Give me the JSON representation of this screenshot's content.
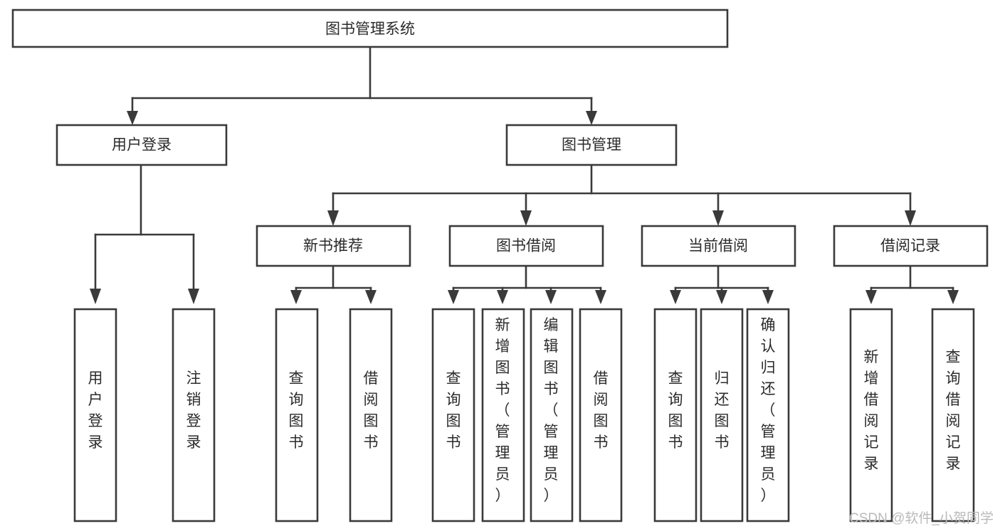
{
  "diagram": {
    "type": "hierarchy-tree",
    "title": "图书管理系统",
    "root": {
      "id": "root",
      "label": "图书管理系统",
      "orientation": "horizontal"
    },
    "level2": [
      {
        "id": "user-login",
        "label": "用户登录",
        "orientation": "horizontal"
      },
      {
        "id": "book-management",
        "label": "图书管理",
        "orientation": "horizontal"
      }
    ],
    "level3": [
      {
        "id": "new-book-recommend",
        "label": "新书推荐",
        "parent": "book-management",
        "orientation": "horizontal"
      },
      {
        "id": "book-borrow",
        "label": "图书借阅",
        "parent": "book-management",
        "orientation": "horizontal"
      },
      {
        "id": "current-borrow",
        "label": "当前借阅",
        "parent": "book-management",
        "orientation": "horizontal"
      },
      {
        "id": "borrow-record",
        "label": "借阅记录",
        "parent": "book-management",
        "orientation": "horizontal"
      }
    ],
    "leaves": [
      {
        "id": "leaf-user-login",
        "label": "用户登录",
        "parent": "user-login",
        "orientation": "vertical",
        "align": "middle"
      },
      {
        "id": "leaf-logout-login",
        "label": "注销登录",
        "parent": "user-login",
        "orientation": "vertical",
        "align": "middle"
      },
      {
        "id": "leaf-query-book-1",
        "label": "查询图书",
        "parent": "new-book-recommend",
        "orientation": "vertical",
        "align": "middle"
      },
      {
        "id": "leaf-borrow-book-1",
        "label": "借阅图书",
        "parent": "new-book-recommend",
        "orientation": "vertical",
        "align": "middle"
      },
      {
        "id": "leaf-query-book-2",
        "label": "查询图书",
        "parent": "book-borrow",
        "orientation": "vertical",
        "align": "middle"
      },
      {
        "id": "leaf-add-book-admin",
        "label": "新增图书（管理员）",
        "parent": "book-borrow",
        "orientation": "vertical",
        "align": "top"
      },
      {
        "id": "leaf-edit-book-admin",
        "label": "编辑图书（管理员）",
        "parent": "book-borrow",
        "orientation": "vertical",
        "align": "top"
      },
      {
        "id": "leaf-borrow-book-2",
        "label": "借阅图书",
        "parent": "book-borrow",
        "orientation": "vertical",
        "align": "middle"
      },
      {
        "id": "leaf-query-book-3",
        "label": "查询图书",
        "parent": "current-borrow",
        "orientation": "vertical",
        "align": "middle"
      },
      {
        "id": "leaf-return-book",
        "label": "归还图书",
        "parent": "current-borrow",
        "orientation": "vertical",
        "align": "middle"
      },
      {
        "id": "leaf-confirm-return-admin",
        "label": "确认归还（管理员）",
        "parent": "current-borrow",
        "orientation": "vertical",
        "align": "top"
      },
      {
        "id": "leaf-add-borrow-record",
        "label": "新增借阅记录",
        "parent": "borrow-record",
        "orientation": "vertical",
        "align": "middle"
      },
      {
        "id": "leaf-query-borrow-record",
        "label": "查询借阅记录",
        "parent": "borrow-record",
        "orientation": "vertical",
        "align": "middle"
      }
    ],
    "colors": {
      "stroke": "#3a3a3a",
      "fill": "#ffffff",
      "text": "#2b2b2b",
      "watermark": "#b9b9b9"
    }
  },
  "watermark": {
    "text": "CSDN @软件_小贺同学"
  }
}
